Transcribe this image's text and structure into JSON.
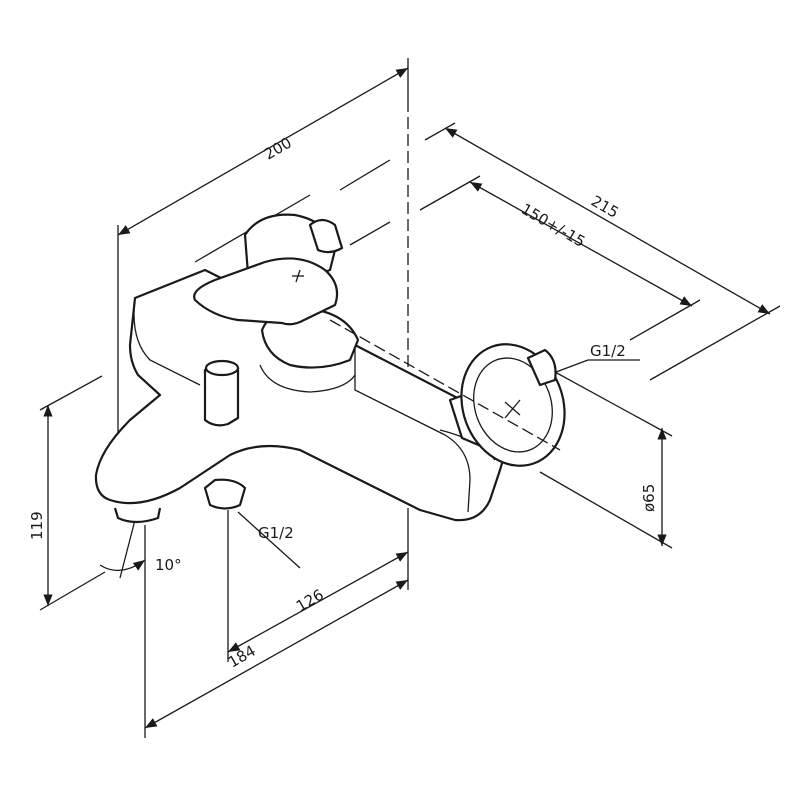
{
  "title": "Bath mixer dimension drawing",
  "dimensions": {
    "overall_depth": "200",
    "wall_projection": "215",
    "center_distance": "150+/-15",
    "outlet_thread_right": "G1/2",
    "flange_diameter": "ø65",
    "height": "119",
    "spout_angle": "10°",
    "outlet_thread_bottom": "G1/2",
    "outlet_offset": "126",
    "spout_reach": "184"
  },
  "colors": {
    "line": "#1a1a1a",
    "background": "#ffffff"
  }
}
